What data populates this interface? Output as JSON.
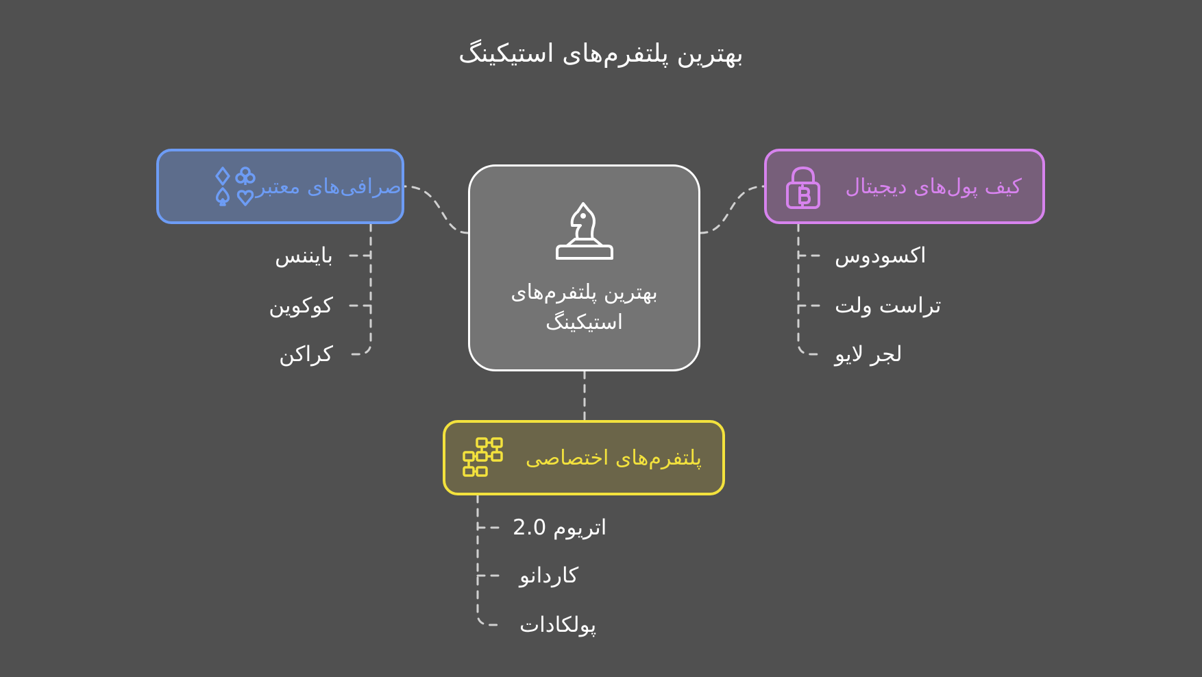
{
  "title": "بهترین پلتفرم‌های استیکینگ",
  "center": {
    "label": "بهترین پلتفرم‌های استیکینگ",
    "icon": "chess-knight-icon"
  },
  "exchanges": {
    "label": "صرافی‌های معتبر",
    "icon": "card-suits-icon",
    "color": "#6d9cf5",
    "items": [
      "بایننس",
      "کوکوین",
      "کراکن"
    ]
  },
  "wallets": {
    "label": "کیف پول‌های دیجیتال",
    "icon": "bitcoin-lock-icon",
    "color": "#d783ee",
    "items": [
      "اکسودوس",
      "تراست ولت",
      "لجر لایو"
    ]
  },
  "dedicated": {
    "label": "پلتفرم‌های اختصاصی",
    "icon": "blocks-network-icon",
    "color": "#f3e23d",
    "items": [
      "اتریوم 2.0",
      "کاردانو",
      "پولکادات"
    ]
  },
  "colors": {
    "background": "#505050",
    "connector": "#d0d0d0",
    "center_fill": "#747474"
  }
}
